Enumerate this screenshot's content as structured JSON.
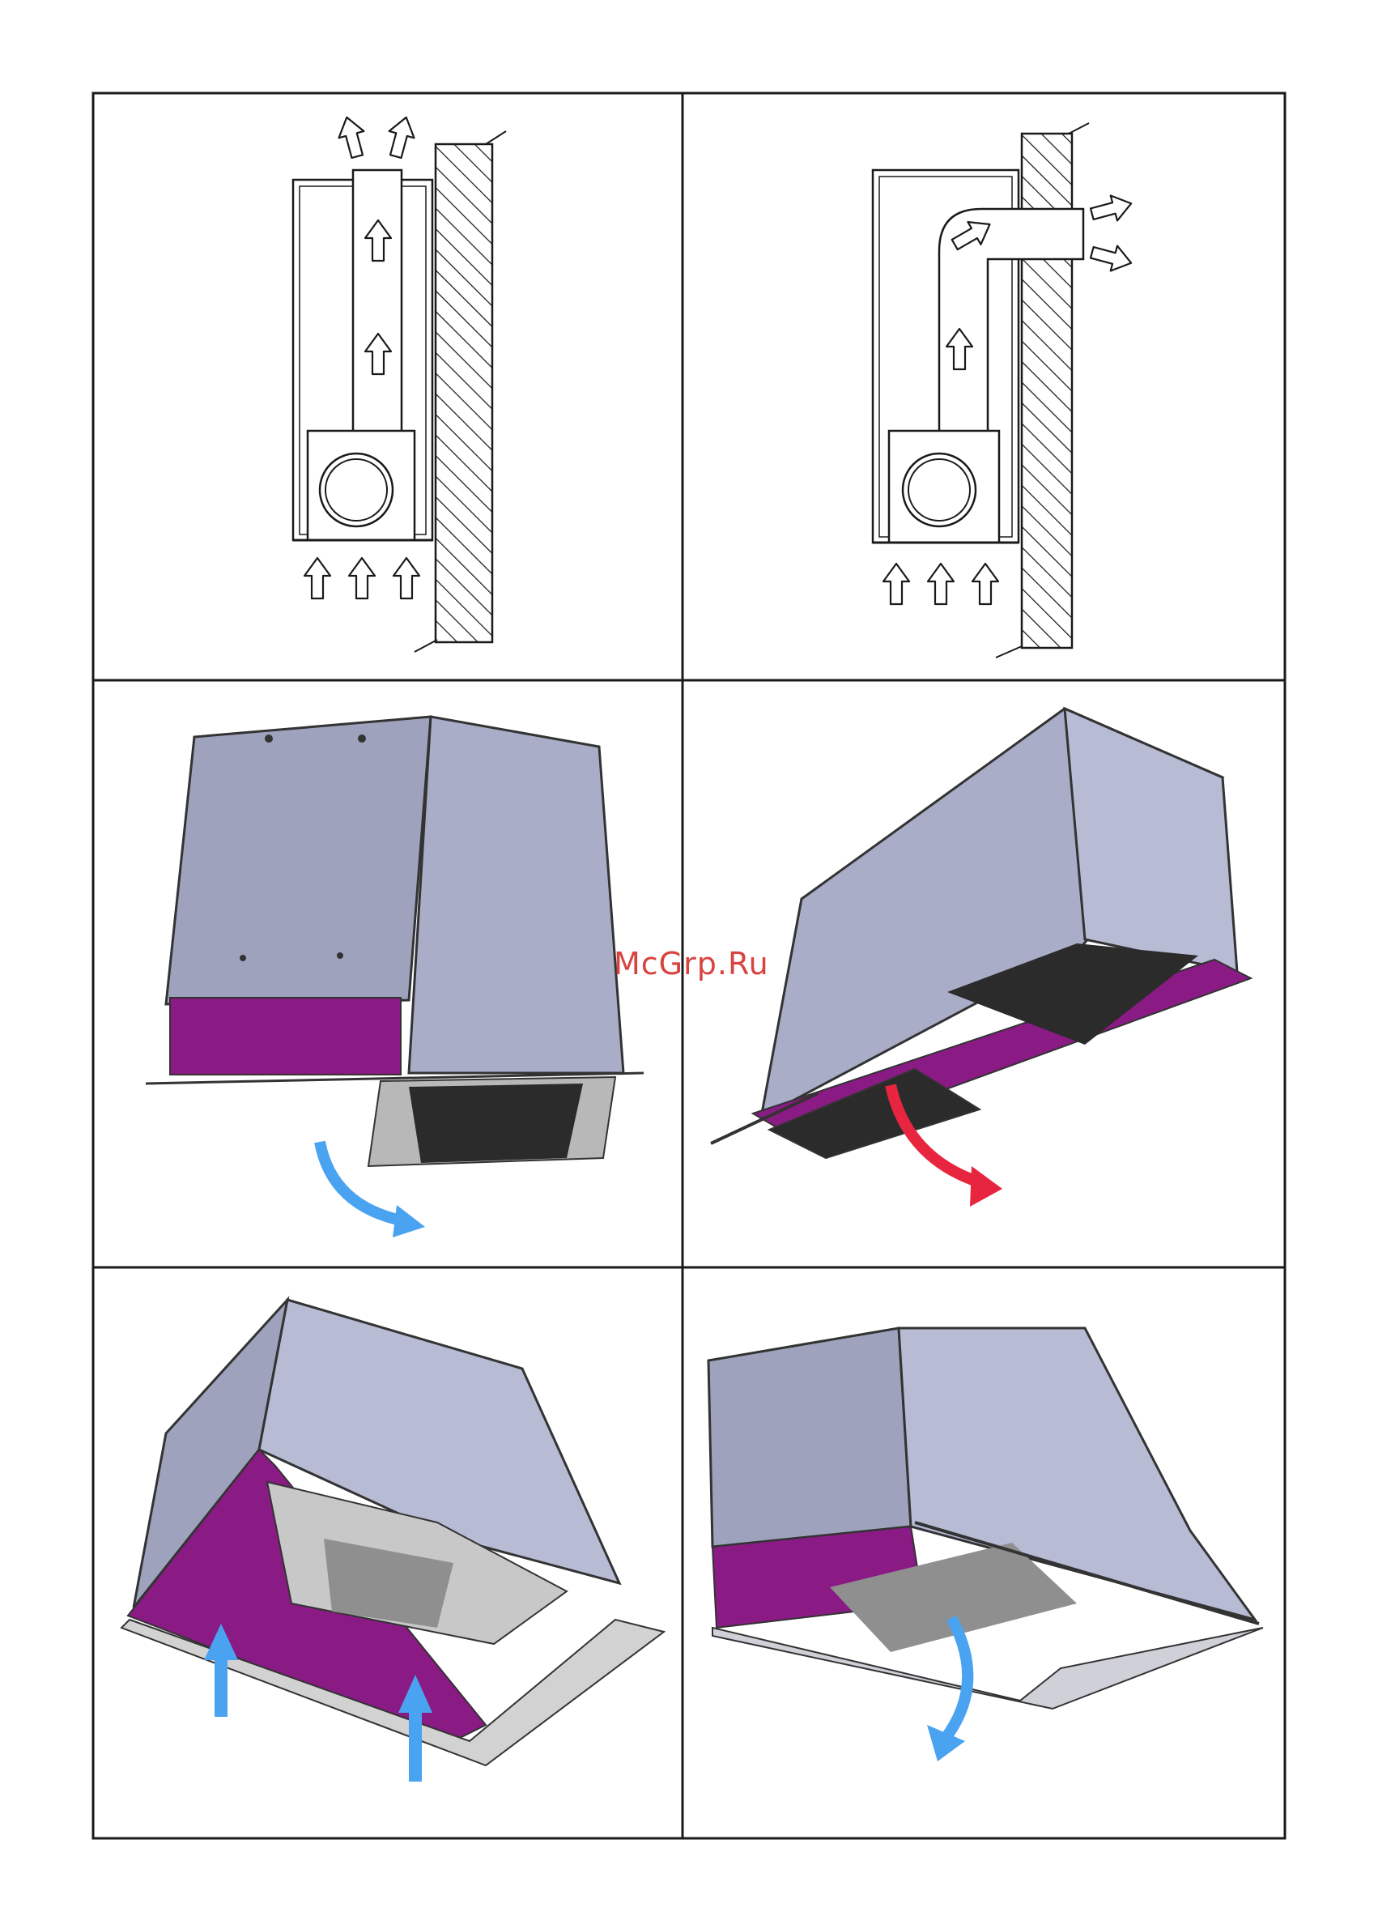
{
  "document": {
    "watermark": "McGrp.Ru",
    "colors": {
      "frame": "#1a1a1a",
      "housing_light": "#b7bbd4",
      "housing_dark": "#9ea2bc",
      "panel_purple": "#8a1a84",
      "filter_dark": "#2b2b2b",
      "arrow_blue": "#4aa3f0",
      "arrow_red": "#e8253f",
      "hatch": "#1a1a1a"
    },
    "panels": [
      {
        "id": "duct-vertical",
        "icon": "airflow-up-diagram"
      },
      {
        "id": "duct-horizontal",
        "icon": "airflow-side-diagram"
      },
      {
        "id": "front-panel-open",
        "icon": "curved-arrow-blue"
      },
      {
        "id": "filter-remove",
        "icon": "curved-arrow-red"
      },
      {
        "id": "filter-insert",
        "icon": "straight-arrows-blue"
      },
      {
        "id": "panel-close",
        "icon": "curved-arrow-blue"
      }
    ]
  }
}
